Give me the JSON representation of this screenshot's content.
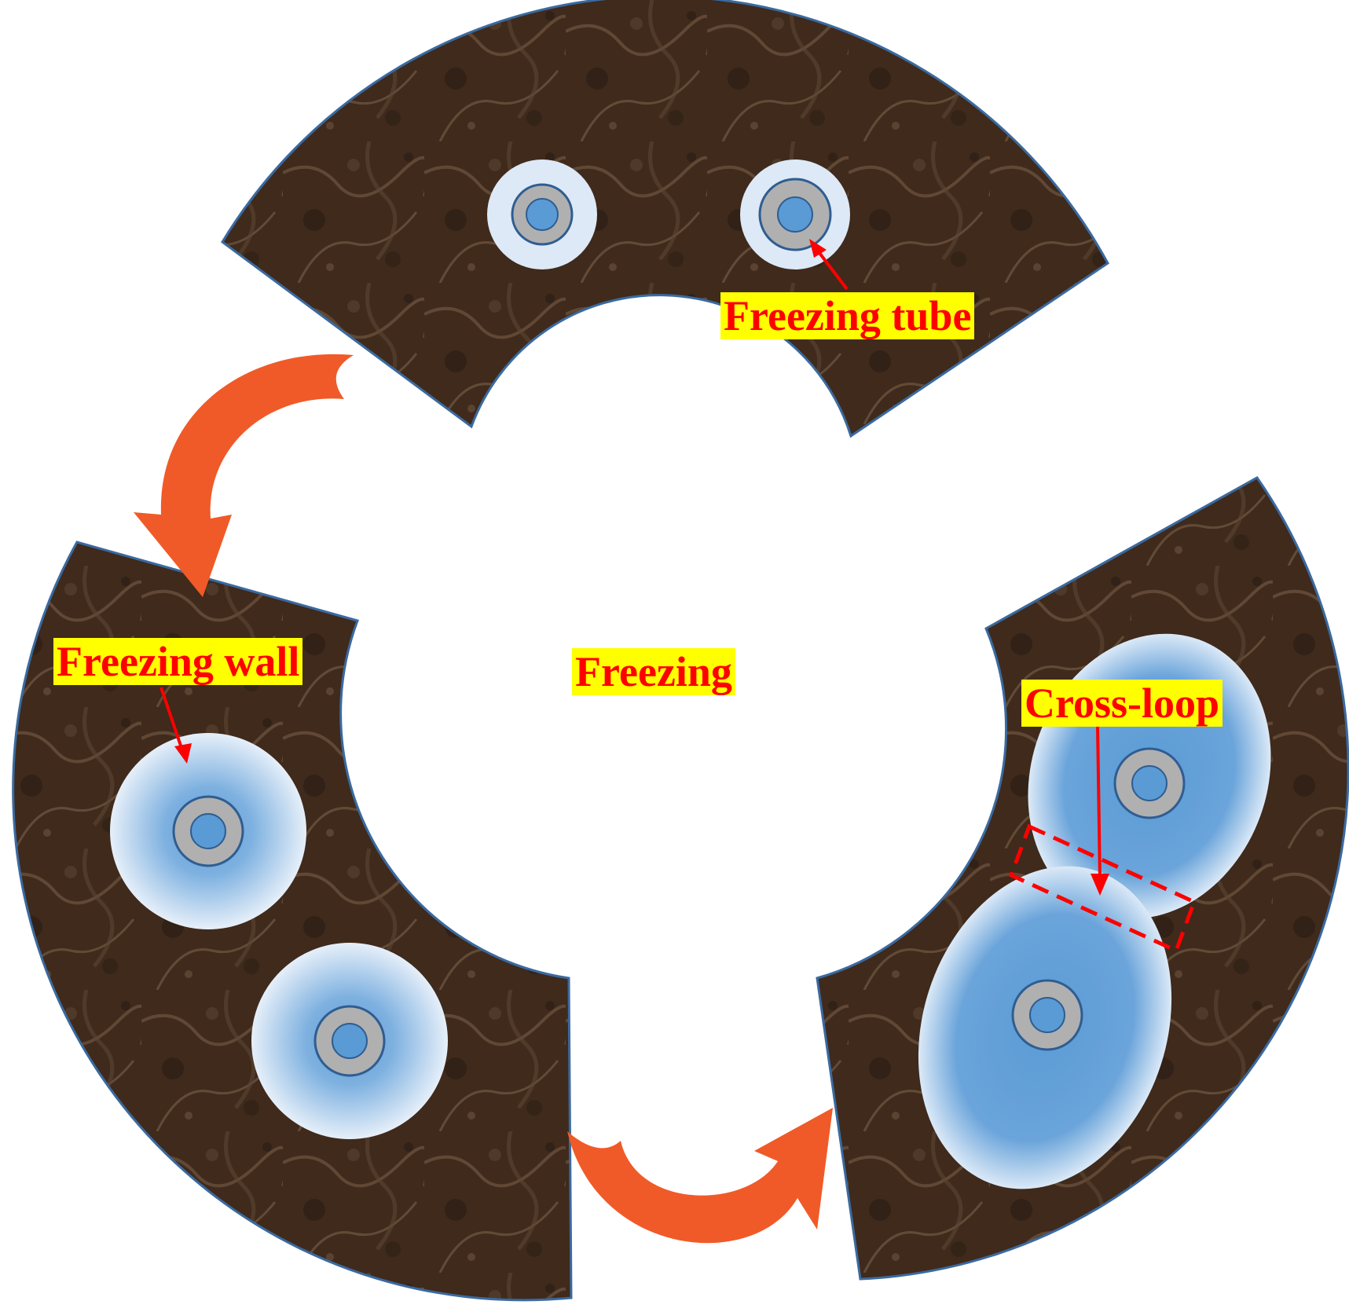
{
  "labels": {
    "center": "Freezing",
    "tube": "Freezing tube",
    "wall": "Freezing wall",
    "crossloop": "Cross-loop"
  },
  "colors": {
    "background": "#ffffff",
    "rock": "#3f2a1c",
    "rock_outline": "#3a6aa0",
    "arrow": "#f05a28",
    "label_background": "#ffff00",
    "label_text": "#ff0000",
    "tube_inner": "#5b9bd5",
    "tube_ring": "#b0b0b0",
    "frozen_core": "#5b9bd5",
    "frozen_edge": "#ddeaf7",
    "dashed_box": "#ff0000"
  }
}
